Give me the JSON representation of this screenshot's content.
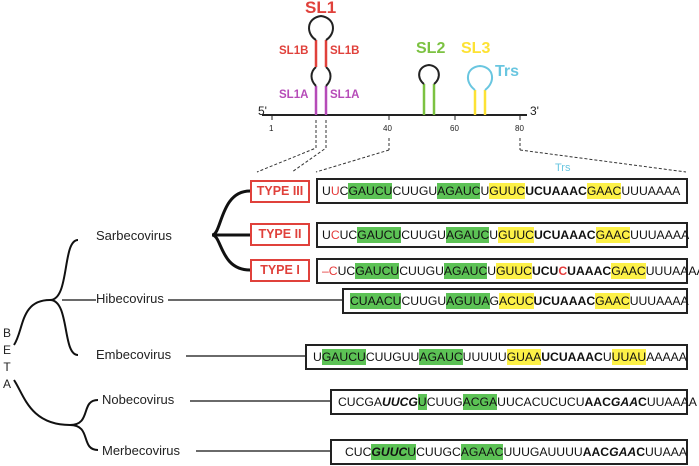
{
  "labels": {
    "sl1": "SL1",
    "sl1b_left": "SL1B",
    "sl1b_right": "SL1B",
    "sl1a_left": "SL1A",
    "sl1a_right": "SL1A",
    "sl2": "SL2",
    "sl3": "SL3",
    "trs_top": "Trs",
    "trs_seq": "Trs",
    "five_prime": "5'",
    "three_prime": "3'",
    "ticks": [
      "1",
      "40",
      "60",
      "80"
    ]
  },
  "colors": {
    "sl1": "#e0413b",
    "sl1a": "#b64bb8",
    "sl2": "#7cc242",
    "sl3": "#fde234",
    "trs": "#69c6e0"
  },
  "types": [
    "TYPE III",
    "TYPE II",
    "TYPE I"
  ],
  "taxa": {
    "sarbecovirus": "Sarbecovirus",
    "hibecovirus": "Hibecovirus",
    "embecovirus": "Embecovirus",
    "nobecovirus": "Nobecovirus",
    "merbecovirus": "Merbecovirus"
  },
  "beta_letters": [
    "B",
    "E",
    "T",
    "A"
  ],
  "sequences": {
    "type3": [
      {
        "t": "U"
      },
      {
        "t": "U",
        "s": "r"
      },
      {
        "t": "C"
      },
      {
        "t": "GAUCU",
        "s": "g"
      },
      {
        "t": "CUUGU"
      },
      {
        "t": "AGAUC",
        "s": "g"
      },
      {
        "t": "U"
      },
      {
        "t": "GUUC",
        "s": "y"
      },
      {
        "t": "UCUAAAC",
        "s": "b"
      },
      {
        "t": "GAAC",
        "s": "y"
      },
      {
        "t": "UUUAAAA"
      }
    ],
    "type2": [
      {
        "t": "U"
      },
      {
        "t": "C",
        "s": "r"
      },
      {
        "t": "UC"
      },
      {
        "t": "GAUCU",
        "s": "g"
      },
      {
        "t": "CUUGU"
      },
      {
        "t": "AGAUC",
        "s": "g"
      },
      {
        "t": "U"
      },
      {
        "t": "GUUC",
        "s": "y"
      },
      {
        "t": "UCUAAAC",
        "s": "b"
      },
      {
        "t": "GAAC",
        "s": "y"
      },
      {
        "t": "UUUAAAA"
      }
    ],
    "type1": [
      {
        "t": "–",
        "s": "r"
      },
      {
        "t": "C",
        "s": "r"
      },
      {
        "t": "UC"
      },
      {
        "t": "GAUCU",
        "s": "g"
      },
      {
        "t": "CUUGU"
      },
      {
        "t": "AGAUC",
        "s": "g"
      },
      {
        "t": "U"
      },
      {
        "t": "GUUC",
        "s": "y"
      },
      {
        "t": "UCU",
        "s": "b"
      },
      {
        "t": "C",
        "s": "br"
      },
      {
        "t": "UAAAC",
        "s": "b"
      },
      {
        "t": "GAAC",
        "s": "y"
      },
      {
        "t": "UUUAAAA"
      }
    ],
    "hibeco": [
      {
        "t": "CUAACU",
        "s": "g"
      },
      {
        "t": "CUUGU"
      },
      {
        "t": "AGUUA",
        "s": "g"
      },
      {
        "t": "G"
      },
      {
        "t": "ACUC",
        "s": "y"
      },
      {
        "t": "UCUAAAC",
        "s": "b"
      },
      {
        "t": "GAAC",
        "s": "y"
      },
      {
        "t": "UUUAAAA"
      }
    ],
    "embeco": [
      {
        "t": "U"
      },
      {
        "t": "GAUCU",
        "s": "g"
      },
      {
        "t": "CUUGUU"
      },
      {
        "t": "AGAUC",
        "s": "g"
      },
      {
        "t": "UUUUU"
      },
      {
        "t": "GUAA",
        "s": "y"
      },
      {
        "t": "UCUAAAC",
        "s": "b"
      },
      {
        "t": "U"
      },
      {
        "t": "UUAU",
        "s": "y"
      },
      {
        "t": "AAAAA"
      }
    ],
    "nobeco": [
      {
        "t": "CUCGA"
      },
      {
        "t": "UUCG",
        "s": "i"
      },
      {
        "t": "U",
        "s": "g"
      },
      {
        "t": "CUUG"
      },
      {
        "t": "ACGA",
        "s": "g"
      },
      {
        "t": "UUCACUCUCU"
      },
      {
        "t": "AAC",
        "s": "b"
      },
      {
        "t": "GAA",
        "s": "i"
      },
      {
        "t": "C",
        "s": "b"
      },
      {
        "t": "UUAAAA"
      }
    ],
    "merbeco": [
      {
        "t": "CUC"
      },
      {
        "t": "GUUC",
        "s": "gi"
      },
      {
        "t": "U",
        "s": "g"
      },
      {
        "t": "CUUGC"
      },
      {
        "t": "AGAAC",
        "s": "g"
      },
      {
        "t": "UUUGAUUUU"
      },
      {
        "t": "AAC",
        "s": "b"
      },
      {
        "t": "GAA",
        "s": "i"
      },
      {
        "t": "C",
        "s": "b"
      },
      {
        "t": "UUAAA"
      }
    ]
  }
}
